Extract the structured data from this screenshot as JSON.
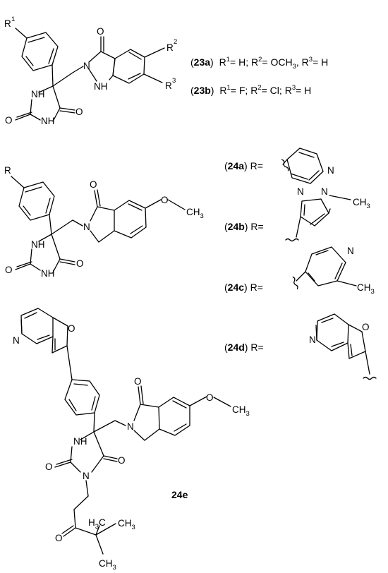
{
  "compounds": {
    "c23a": {
      "open": "(",
      "id": "23a",
      "close": ")",
      "r1_label": "R",
      "r1_sup": "1",
      "r1_val": "= H; ",
      "r2_label": "R",
      "r2_sup": "2",
      "r2_val": "= OCH",
      "r2_sub": "3",
      "sep": ", ",
      "r3_label": "R",
      "r3_sup": "3",
      "r3_val": "= H"
    },
    "c23b": {
      "open": "(",
      "id": "23b",
      "close": ")",
      "r1_label": "R",
      "r1_sup": "1",
      "r1_val": "= F; ",
      "r2_label": "R",
      "r2_sup": "2",
      "r2_val": "= Cl; ",
      "r3_label": "R",
      "r3_sup": "3",
      "r3_val": "= H"
    },
    "c24a": {
      "open": "(",
      "id": "24a",
      "close": ") R=",
      "wavy": "~"
    },
    "c24b": {
      "open": "(",
      "id": "24b",
      "close": ") R="
    },
    "c24c": {
      "open": "(",
      "id": "24c",
      "close": ") R="
    },
    "c24d": {
      "open": "(",
      "id": "24d",
      "close": ") R="
    },
    "c24e": {
      "id": "24e"
    }
  },
  "atoms": {
    "R": "R",
    "one": "1",
    "two": "2",
    "three": "3",
    "N": "N",
    "O": "O",
    "NH": "NH",
    "HN": "HN",
    "methoxy": "O",
    "CH": "CH",
    "sub3": "3",
    "H3C_H": "H",
    "H3C_3": "3",
    "H3C_C": "C"
  }
}
